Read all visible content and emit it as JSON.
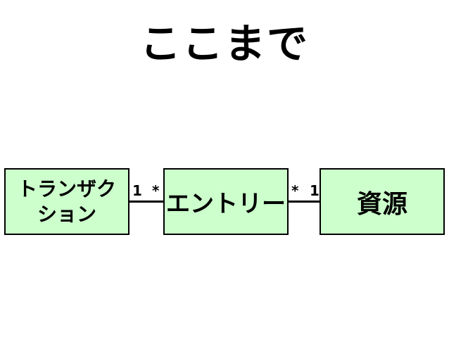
{
  "title": "ここまで",
  "diagram": {
    "classes": [
      {
        "label": "トランザクション"
      },
      {
        "label": "エントリー"
      },
      {
        "label": "資源"
      }
    ],
    "associations": [
      {
        "from": "トランザクション",
        "to": "エントリー",
        "from_mult": "1",
        "to_mult": "*"
      },
      {
        "from": "エントリー",
        "to": "資源",
        "from_mult": "*",
        "to_mult": "1"
      }
    ]
  },
  "colors": {
    "class_fill": "#ccffcc",
    "line": "#000000",
    "background": "#ffffff"
  }
}
